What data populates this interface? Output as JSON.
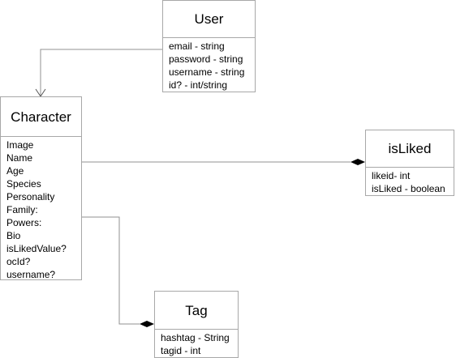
{
  "classes": {
    "user": {
      "name": "User",
      "attributes": [
        "email - string",
        "password - string",
        "username - string",
        "id? - int/string"
      ]
    },
    "character": {
      "name": "Character",
      "attributes": [
        "Image",
        "Name",
        "Age",
        "Species",
        "Personality",
        "Family:",
        "Powers:",
        "Bio",
        "isLikedValue?",
        "ocId?",
        "username?"
      ]
    },
    "isliked": {
      "name": "isLiked",
      "attributes": [
        "likeid- int",
        "isLiked - boolean"
      ]
    },
    "tag": {
      "name": "Tag",
      "attributes": [
        "hashtag - String",
        "tagid - int"
      ]
    }
  },
  "relationships": [
    {
      "from": "User",
      "to": "Character",
      "type": "association-arrow"
    },
    {
      "from": "Character",
      "to": "isLiked",
      "type": "composition"
    },
    {
      "from": "Character",
      "to": "Tag",
      "type": "composition"
    }
  ],
  "colors": {
    "border": "#a8a8a8",
    "line": "#909090",
    "diamond": "#000000"
  }
}
